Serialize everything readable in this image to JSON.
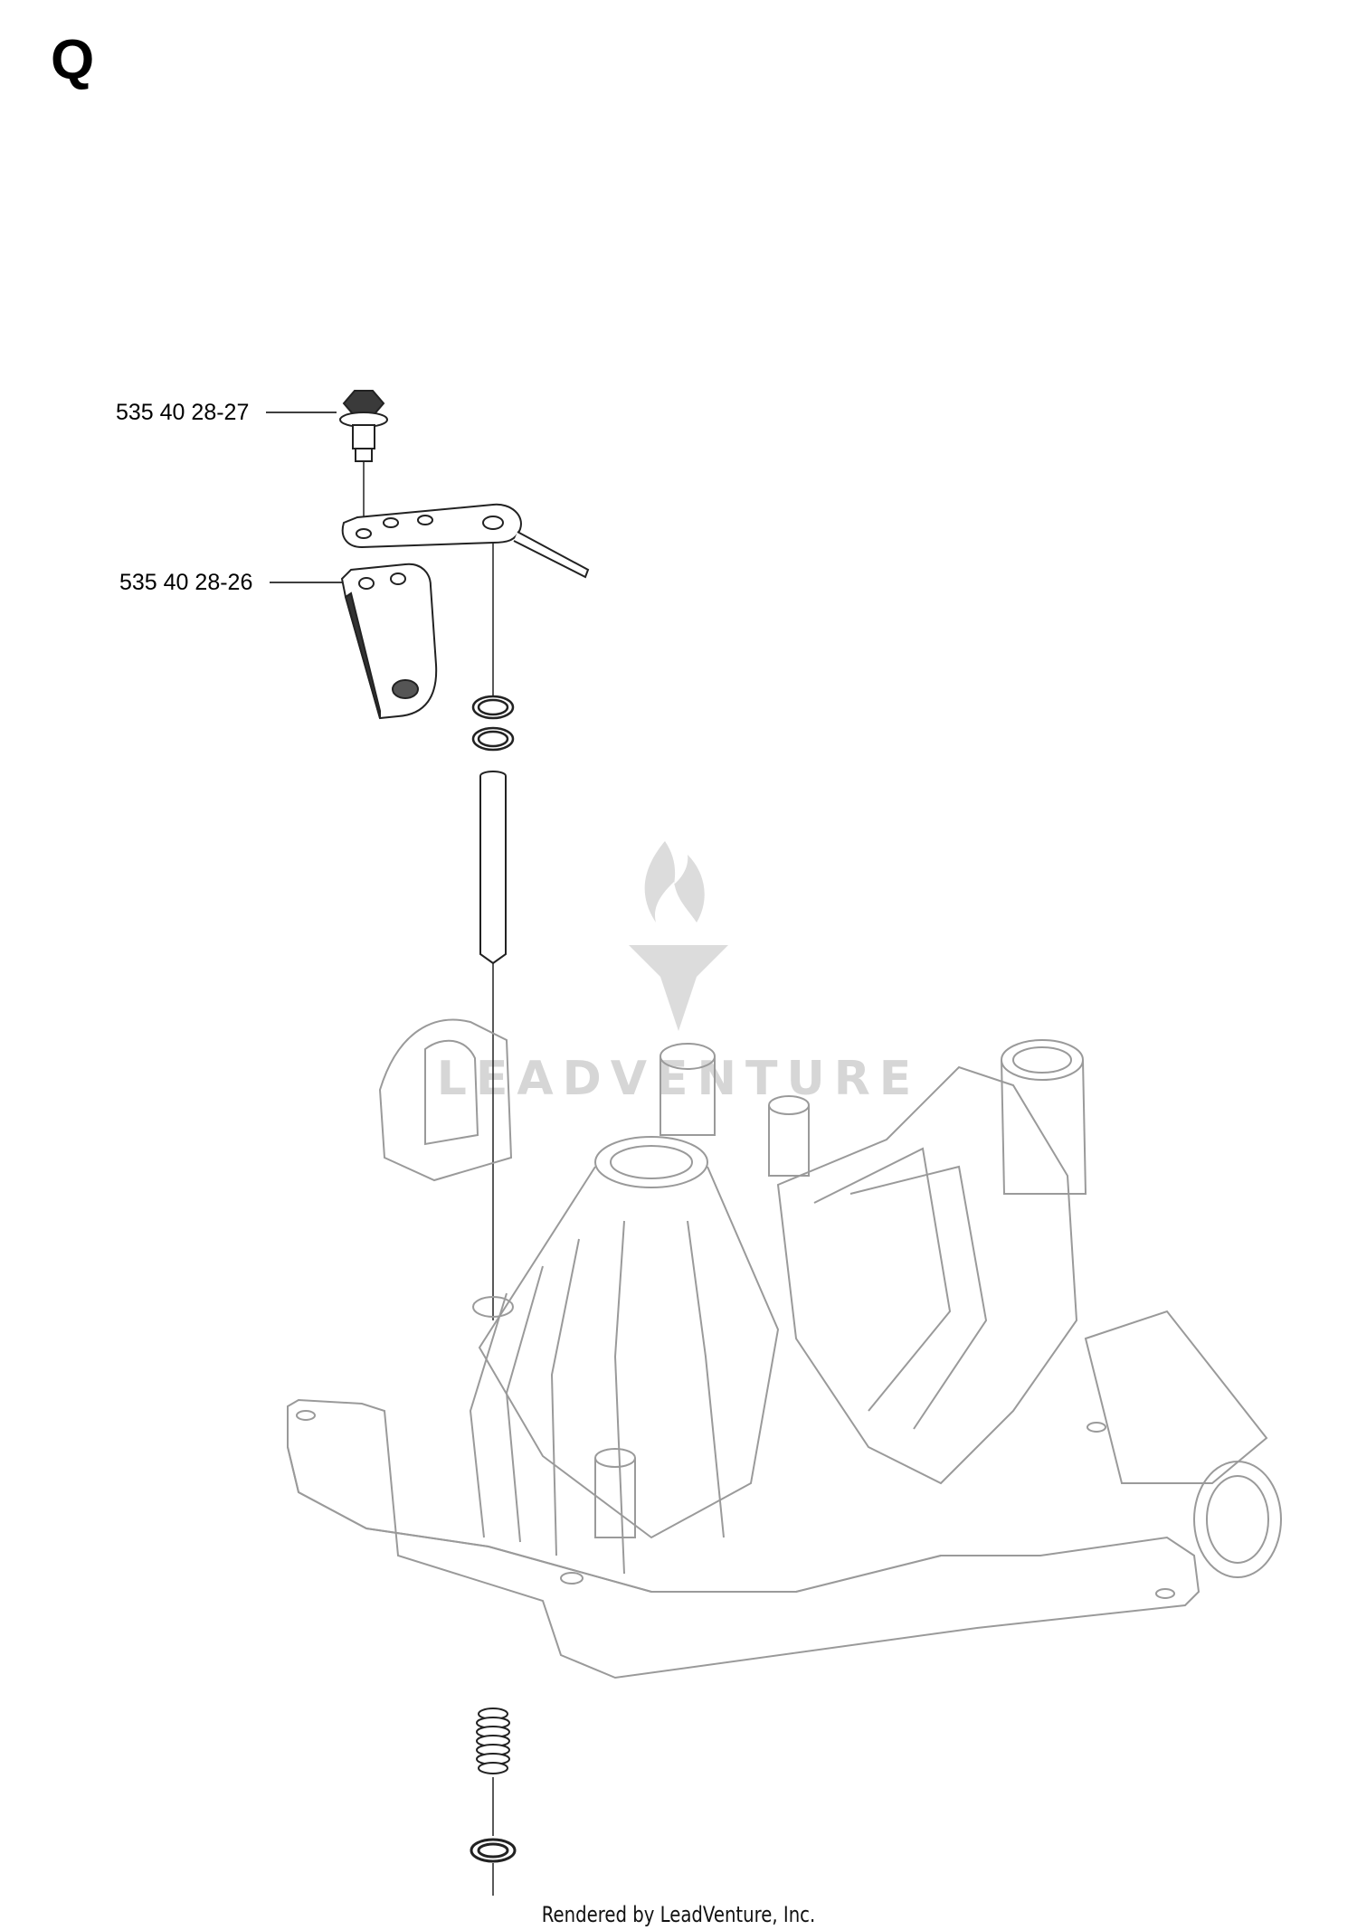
{
  "section_letter": "Q",
  "callouts": [
    {
      "part_number": "535 40 28-27"
    },
    {
      "part_number": "535 40 28-26"
    }
  ],
  "watermark": {
    "text": "LEADVENTURE"
  },
  "footer": {
    "text": "Rendered by LeadVenture, Inc."
  },
  "colors": {
    "line": "#222222",
    "housing_line": "#9a9a9a",
    "watermark": "#d6d6d6",
    "background": "#ffffff"
  }
}
